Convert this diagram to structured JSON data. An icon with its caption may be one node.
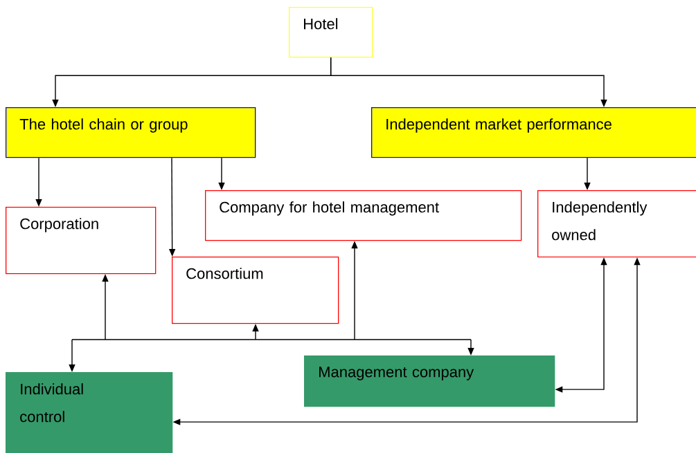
{
  "diagram": {
    "nodes": [
      {
        "text": [
          "Hotel"
        ]
      },
      {
        "text": [
          "The hotel chain or group"
        ]
      },
      {
        "text": [
          "Independent market performance"
        ]
      },
      {
        "text": [
          "Corporation"
        ]
      },
      {
        "text": [
          "Company for hotel management"
        ]
      },
      {
        "text": [
          "Independently owned"
        ]
      },
      {
        "text": [
          "Consortium"
        ]
      },
      {
        "text": [
          "Management company"
        ]
      },
      {
        "text": [
          "Individual control"
        ]
      }
    ],
    "edges": [
      {
        "from": 0,
        "to": 1,
        "arrow": "to"
      },
      {
        "from": 0,
        "to": 2,
        "arrow": "to"
      },
      {
        "from": 1,
        "to": 3,
        "arrow": "to"
      },
      {
        "from": 1,
        "to": 6,
        "arrow": "to"
      },
      {
        "from": 1,
        "to": 4,
        "arrow": "to"
      },
      {
        "from": 2,
        "to": 5,
        "arrow": "to"
      },
      {
        "from": 8,
        "to": 3,
        "arrow": "both"
      },
      {
        "from": 8,
        "to": 6,
        "arrow": "both"
      },
      {
        "from": 8,
        "to": 4,
        "arrow": "both"
      },
      {
        "from": 7,
        "to": 3,
        "arrow": "both"
      },
      {
        "from": 7,
        "to": 6,
        "arrow": "both"
      },
      {
        "from": 7,
        "to": 4,
        "arrow": "both"
      },
      {
        "from": 7,
        "to": 5,
        "arrow": "both"
      },
      {
        "from": 8,
        "to": 5,
        "arrow": "both"
      }
    ]
  }
}
